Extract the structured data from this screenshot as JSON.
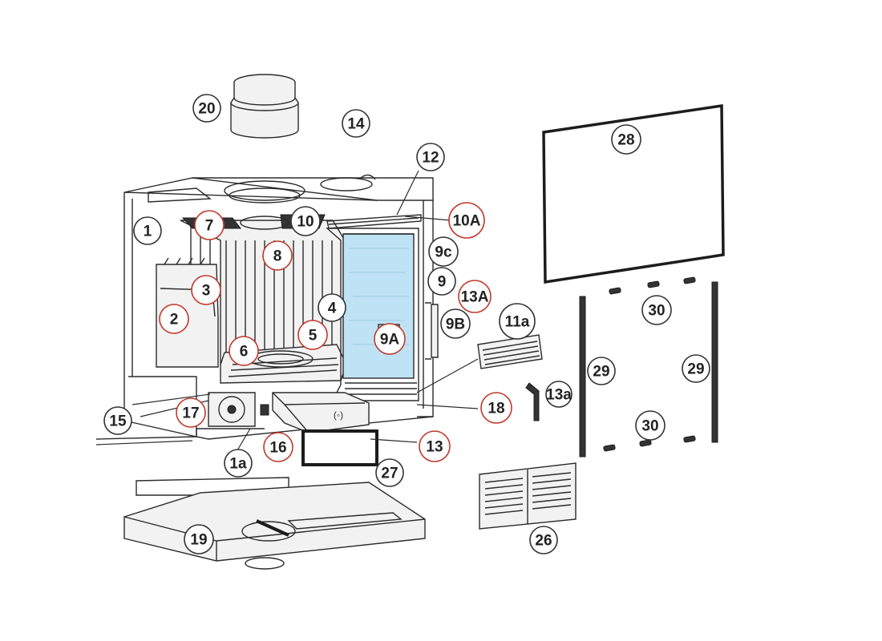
{
  "colors": {
    "line": "#2b2b2b",
    "circle_red": "#c0392b",
    "circle_black": "#333333",
    "glass": "#bfe3f5",
    "part_fill": "#f2f2f2"
  },
  "callouts": [
    {
      "id": "c20",
      "label": "20",
      "style": "black"
    },
    {
      "id": "c14",
      "label": "14",
      "style": "black"
    },
    {
      "id": "c12",
      "label": "12",
      "style": "black"
    },
    {
      "id": "c1",
      "label": "1",
      "style": "black"
    },
    {
      "id": "c7",
      "label": "7",
      "style": "red"
    },
    {
      "id": "c10",
      "label": "10",
      "style": "black"
    },
    {
      "id": "c10A",
      "label": "10A",
      "style": "red"
    },
    {
      "id": "c8",
      "label": "8",
      "style": "red"
    },
    {
      "id": "c9c",
      "label": "9c",
      "style": "black"
    },
    {
      "id": "c9",
      "label": "9",
      "style": "black"
    },
    {
      "id": "c13A",
      "label": "13A",
      "style": "red"
    },
    {
      "id": "c3",
      "label": "3",
      "style": "red"
    },
    {
      "id": "c2",
      "label": "2",
      "style": "red"
    },
    {
      "id": "c4",
      "label": "4",
      "style": "black"
    },
    {
      "id": "c9B",
      "label": "9B",
      "style": "black"
    },
    {
      "id": "c11a",
      "label": "11a",
      "style": "black"
    },
    {
      "id": "c5",
      "label": "5",
      "style": "red"
    },
    {
      "id": "c6",
      "label": "6",
      "style": "red"
    },
    {
      "id": "c9A",
      "label": "9A",
      "style": "red"
    },
    {
      "id": "c15",
      "label": "15",
      "style": "black"
    },
    {
      "id": "c17",
      "label": "17",
      "style": "red"
    },
    {
      "id": "c18",
      "label": "18",
      "style": "red"
    },
    {
      "id": "c16",
      "label": "16",
      "style": "red"
    },
    {
      "id": "c13",
      "label": "13",
      "style": "red"
    },
    {
      "id": "c13a",
      "label": "13a",
      "style": "black"
    },
    {
      "id": "c1a",
      "label": "1a",
      "style": "black"
    },
    {
      "id": "c27",
      "label": "27",
      "style": "black"
    },
    {
      "id": "c19",
      "label": "19",
      "style": "black"
    },
    {
      "id": "c26",
      "label": "26",
      "style": "black"
    },
    {
      "id": "c28",
      "label": "28",
      "style": "black"
    },
    {
      "id": "c30top",
      "label": "30",
      "style": "black"
    },
    {
      "id": "c29left",
      "label": "29",
      "style": "black"
    },
    {
      "id": "c29right",
      "label": "29",
      "style": "black"
    },
    {
      "id": "c30bottom",
      "label": "30",
      "style": "black"
    }
  ]
}
